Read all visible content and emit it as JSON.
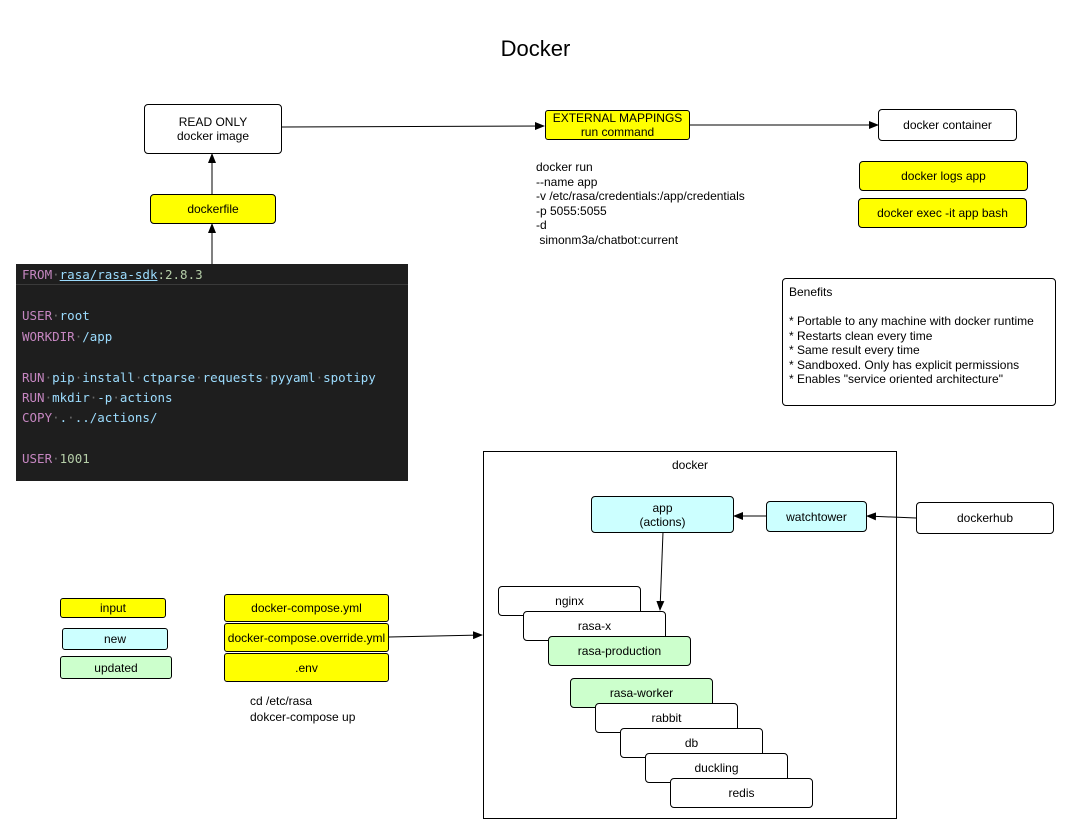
{
  "title": "Docker",
  "image_box": {
    "line1": "READ ONLY",
    "line2": "docker image"
  },
  "dockerfile_box": "dockerfile",
  "mappings_box": {
    "line1": "EXTERNAL MAPPINGS",
    "line2": "run command"
  },
  "container_box": "docker container",
  "logs_box": "docker logs app",
  "exec_box": "docker exec -it app bash",
  "run_command": [
    "docker run",
    "--name app",
    "-v /etc/rasa/credentials:/app/credentials",
    "-p 5055:5055",
    "-d",
    " simonm3a/chatbot:current"
  ],
  "code": {
    "line1": {
      "kw": "FROM",
      "image": "rasa/rasa-sdk",
      "tag": ":2.8.3"
    },
    "line2": {
      "kw": "USER",
      "arg": "root"
    },
    "line3": {
      "kw": "WORKDIR",
      "arg": "/app"
    },
    "line4": {
      "kw": "RUN",
      "args": [
        "pip",
        "install",
        "ctparse",
        "requests",
        "pyyaml",
        "spotipy"
      ]
    },
    "line5": {
      "kw": "RUN",
      "args": [
        "mkdir",
        "-p",
        "actions"
      ]
    },
    "line6": {
      "kw": "COPY",
      "args": [
        ".",
        "../actions/"
      ]
    },
    "line7": {
      "kw": "USER",
      "arg": "1001"
    }
  },
  "benefits": {
    "title": "Benefits",
    "items": [
      "* Portable to any machine with docker runtime",
      "* Restarts clean every time",
      "* Same result every time",
      "* Sandboxed. Only has explicit permissions",
      "* Enables \"service oriented architecture\""
    ]
  },
  "legend": {
    "input": "input",
    "new": "new",
    "updated": "updated"
  },
  "compose_files": [
    "docker-compose.yml",
    "docker-compose.override.yml",
    ".env"
  ],
  "compose_cmds": [
    "cd /etc/rasa",
    "dokcer-compose up"
  ],
  "docker_frame_label": "docker",
  "services": {
    "app": {
      "line1": "app",
      "line2": "(actions)"
    },
    "watchtower": "watchtower",
    "dockerhub": "dockerhub",
    "nginx": "nginx",
    "rasa_x": "rasa-x",
    "rasa_production": "rasa-production",
    "rasa_worker": "rasa-worker",
    "rabbit": "rabbit",
    "db": "db",
    "duckling": "duckling",
    "redis": "redis"
  },
  "colors": {
    "input": "#ffff00",
    "new": "#ccffff",
    "updated": "#ccffcc",
    "code_bg": "#1e1e1e",
    "keyword": "#c586c0",
    "argument": "#9cdcfe",
    "number": "#b5cea8"
  }
}
